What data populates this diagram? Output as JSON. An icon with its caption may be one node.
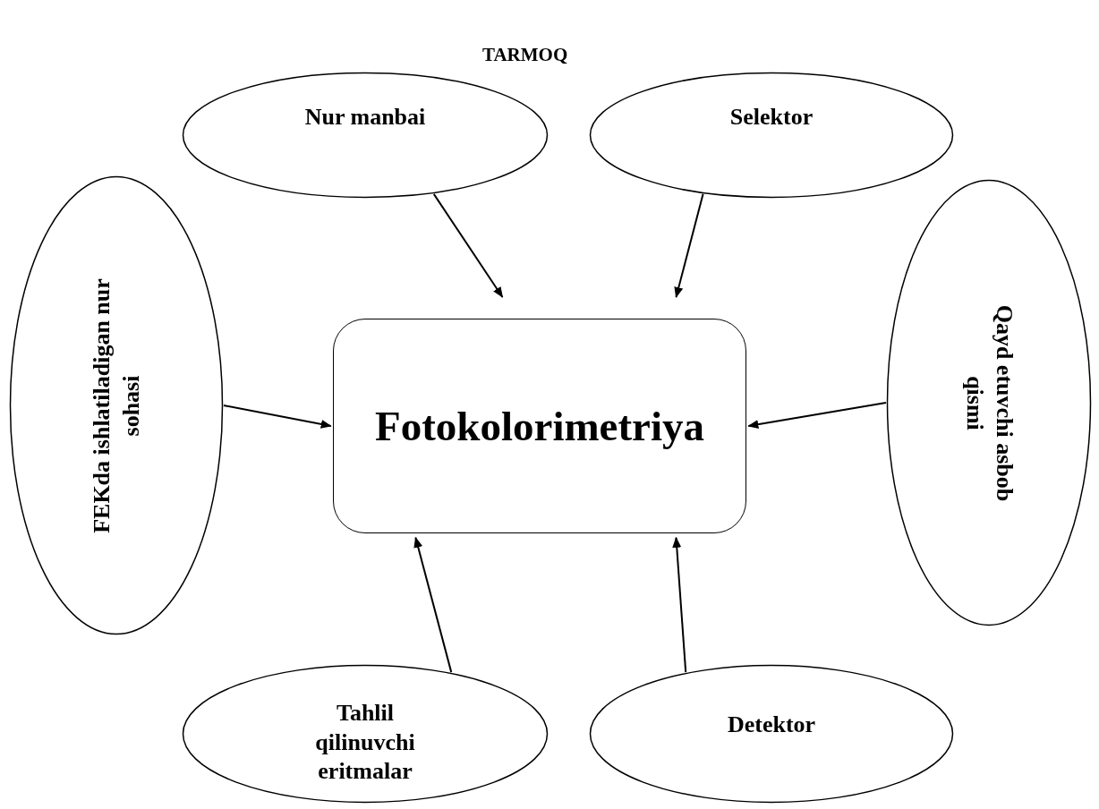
{
  "diagram": {
    "title": "TARMOQ",
    "nodes": [
      {
        "text": [
          "Nur manbai"
        ]
      },
      {
        "text": [
          "Selektor"
        ]
      },
      {
        "text": [
          "FEKda ishlatiladigan nur sohasi"
        ]
      },
      {
        "text": [
          "Fotokolorimetriya"
        ]
      },
      {
        "text": [
          "Qayd etuvchi asbob qismi"
        ]
      },
      {
        "text": [
          "Tahlil qilinuvchi eritmalar"
        ]
      },
      {
        "text": [
          "Detektor"
        ]
      }
    ],
    "edges": [
      {
        "from": 0,
        "to": 3,
        "arrow": "to"
      },
      {
        "from": 1,
        "to": 3,
        "arrow": "to"
      },
      {
        "from": 2,
        "to": 3,
        "arrow": "to"
      },
      {
        "from": 4,
        "to": 3,
        "arrow": "to"
      },
      {
        "from": 5,
        "to": 3,
        "arrow": "to"
      },
      {
        "from": 6,
        "to": 3,
        "arrow": "to"
      }
    ]
  }
}
